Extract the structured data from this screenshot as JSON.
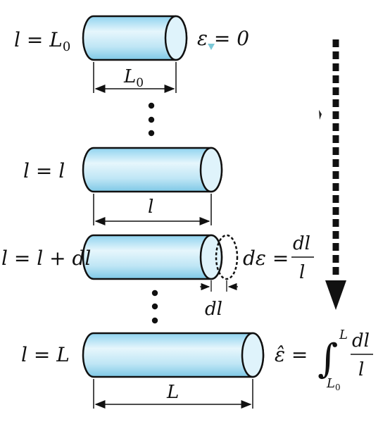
{
  "stages": [
    {
      "label": "l = L0",
      "length_label": "L0",
      "strain": "ε = 0"
    },
    {
      "label": "l = l",
      "length_label": "l"
    },
    {
      "label": "l = l + dl",
      "increment_label": "dl",
      "strain_label": "dε =",
      "strain_numerator": "dl",
      "strain_denominator": "l"
    },
    {
      "label": "l = L",
      "length_label": "L",
      "strain_label": "ε̂ =",
      "integral_upper": "L",
      "integral_lower": "L0",
      "integrand_numerator": "dl",
      "integrand_denominator": "l"
    }
  ],
  "colors": {
    "cylinder_fill": "#bfe6f5",
    "outline": "#111111",
    "arrow": "#111111"
  },
  "icons": [
    "vertical-ellipsis-icon",
    "dashed-down-arrow-icon"
  ]
}
